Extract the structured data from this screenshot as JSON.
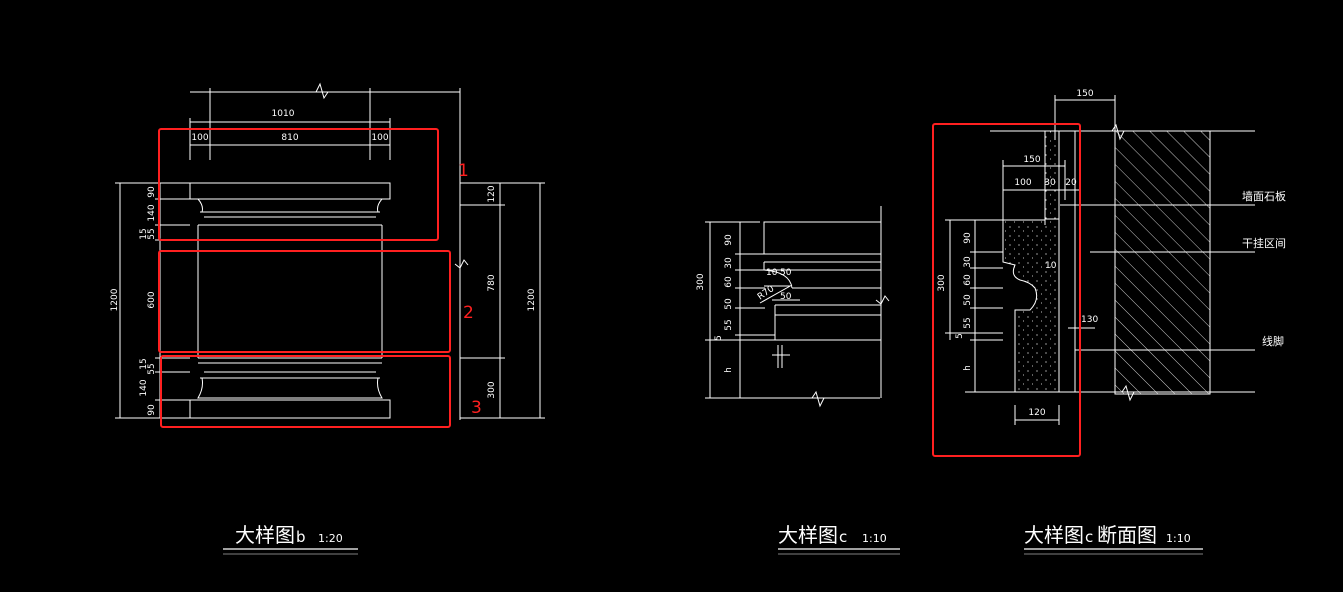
{
  "colors": {
    "background": "#000000",
    "line": "#ffffff",
    "highlight": "#ff2020"
  },
  "drawing_b": {
    "title": "大样图",
    "suffix": "b",
    "scale": "1:20",
    "dims_top": [
      "1010",
      "100",
      "810",
      "100"
    ],
    "dims_left": [
      "90",
      "140",
      "15",
      "55",
      "1200",
      "600",
      "15",
      "55",
      "140",
      "90"
    ],
    "dims_right": [
      "120",
      "780",
      "1200",
      "300"
    ],
    "markers": [
      "1",
      "2",
      "3"
    ]
  },
  "drawing_c": {
    "title": "大样图",
    "suffix": "c",
    "scale": "1:10",
    "dims_left": [
      "90",
      "30",
      "60",
      "50",
      "55",
      "300",
      "5",
      "h"
    ],
    "dims_inner": [
      "10",
      "50",
      "R70",
      "50"
    ]
  },
  "drawing_c_section": {
    "title": "大样图",
    "suffix": "c",
    "title2": "断面图",
    "scale": "1:10",
    "dims_top": [
      "150",
      "150",
      "100",
      "30",
      "20"
    ],
    "dims_left": [
      "90",
      "30",
      "60",
      "50",
      "55",
      "300",
      "5",
      "h"
    ],
    "dims_other": [
      "10",
      "130",
      "120"
    ],
    "labels": [
      "墙面石板",
      "干挂区间",
      "线脚"
    ]
  }
}
